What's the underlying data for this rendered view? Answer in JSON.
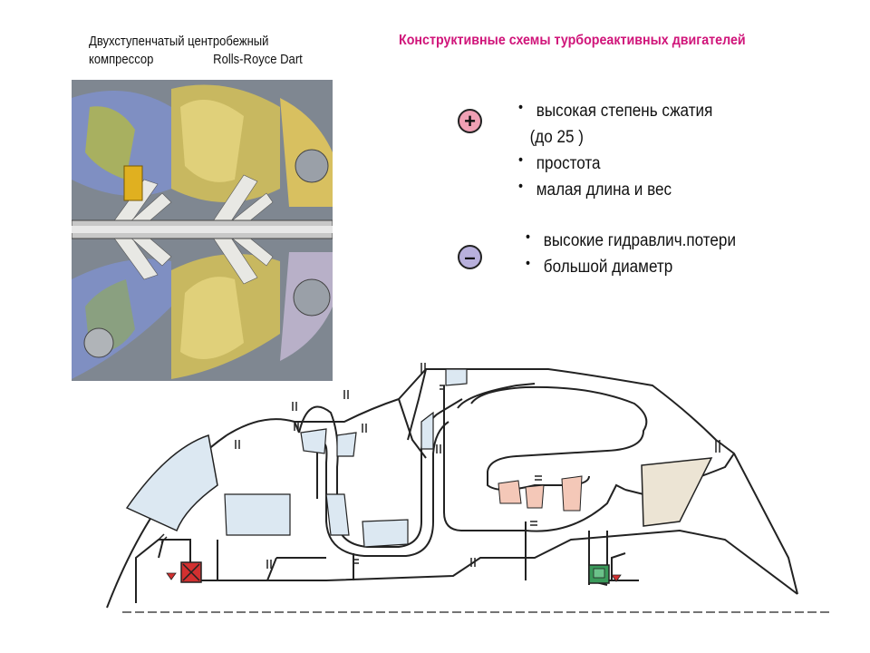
{
  "caption": {
    "line1": "Двухступенчатый центробежный",
    "line2a": "компрессор",
    "line2b": "Rolls-Royce Dart"
  },
  "title": "Конструктивные схемы турбореактивных двигателей",
  "advantages": {
    "sign": "+",
    "items": [
      "высокая степень сжатия",
      "(до 25 )",
      "простота",
      "малая длина и вес"
    ]
  },
  "disadvantages": {
    "sign": "–",
    "items": [
      "высокие гидравлич.потери",
      "большой диаметр"
    ]
  },
  "colors": {
    "title": "#d0157a",
    "plus_sign": "#f0a0b4",
    "minus_sign": "#b8b0dc",
    "duct_fill": "#dce8f2",
    "combustor_fill": "#f4c8b8",
    "nozzle_fill": "#ece4d4",
    "left_valve": "#d23030",
    "right_valve": "#3a9a5a"
  }
}
